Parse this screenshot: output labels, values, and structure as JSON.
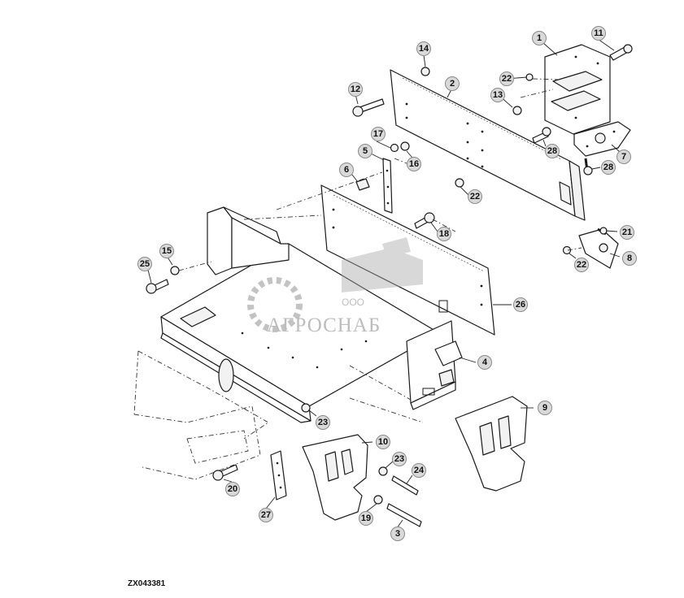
{
  "figure_code": "ZX043381",
  "watermark": {
    "line1": "ООО",
    "line2": "АГРОСНАБ"
  },
  "callouts": [
    "1",
    "2",
    "3",
    "4",
    "5",
    "6",
    "7",
    "8",
    "9",
    "10",
    "11",
    "12",
    "13",
    "14",
    "15",
    "16",
    "17",
    "18",
    "19",
    "20",
    "21",
    "22",
    "22",
    "22",
    "22",
    "23",
    "23",
    "24",
    "25",
    "26",
    "27",
    "28",
    "28"
  ]
}
